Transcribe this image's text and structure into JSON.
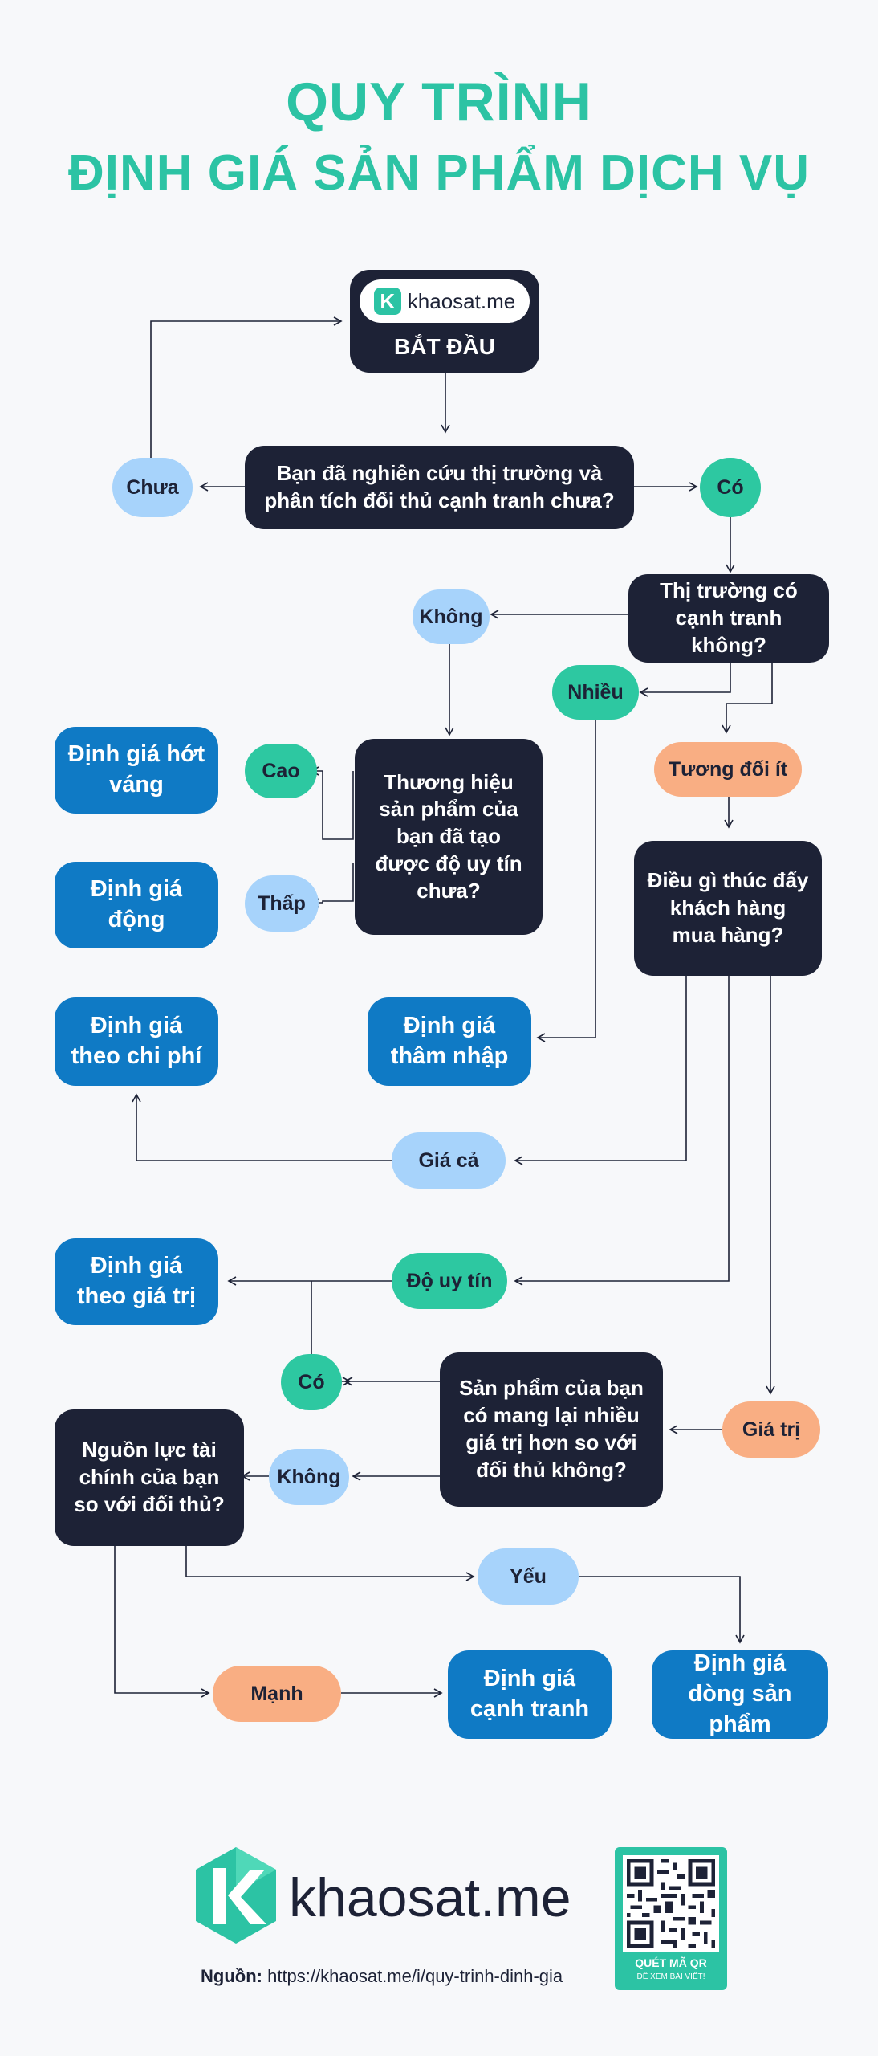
{
  "header": {
    "title_line1": "QUY TRÌNH",
    "title_line2": "ĐỊNH GIÁ SẢN PHẨM DỊCH VỤ"
  },
  "start": {
    "logo_text": "khaosat.me",
    "label": "BẮT ĐẦU"
  },
  "questions": {
    "q1": "Bạn đã nghiên cứu thị trường và phân tích đối thủ cạnh tranh chưa?",
    "q2": "Thị trường có cạnh tranh không?",
    "q3": "Thương hiệu sản phẩm của bạn đã tạo được độ uy tín chưa?",
    "q4": "Điều gì thúc đẩy khách hàng mua hàng?",
    "q5": "Sản phẩm của bạn có mang lại nhiều giá trị hơn so với đối thủ không?",
    "q6": "Nguồn lực tài chính của bạn so với đối thủ?"
  },
  "answers": {
    "chua": "Chưa",
    "co1": "Có",
    "khong1": "Không",
    "nhieu": "Nhiều",
    "tuong_doi_it": "Tương đối ít",
    "cao": "Cao",
    "thap": "Thấp",
    "gia_ca": "Giá cả",
    "do_uy_tin": "Độ uy tín",
    "gia_tri": "Giá trị",
    "co2": "Có",
    "khong2": "Không",
    "yeu": "Yếu",
    "manh": "Mạnh"
  },
  "results": {
    "hot_vang": "Định giá hớt váng",
    "dong": "Định giá động",
    "chi_phi": "Định giá theo chi phí",
    "tham_nhap": "Định giá thâm nhập",
    "gia_tri": "Định giá theo giá trị",
    "canh_tranh": "Định giá cạnh tranh",
    "dong_san_pham": "Định giá dòng sản phẩm"
  },
  "footer": {
    "brand": "khaosat.me",
    "source_label": "Nguồn:",
    "source_url": "https://khaosat.me/i/quy-trinh-dinh-gia",
    "qr_line1": "QUÉT MÃ QR",
    "qr_line2": "ĐỂ XEM BÀI VIẾT!"
  },
  "colors": {
    "title": "#2cc3a4",
    "dark_box": "#1d2236",
    "result_box": "#0f7ac5",
    "green_pill": "#2dc8a1",
    "light_pill": "#a7d3fb",
    "orange_pill": "#f9ae83"
  }
}
